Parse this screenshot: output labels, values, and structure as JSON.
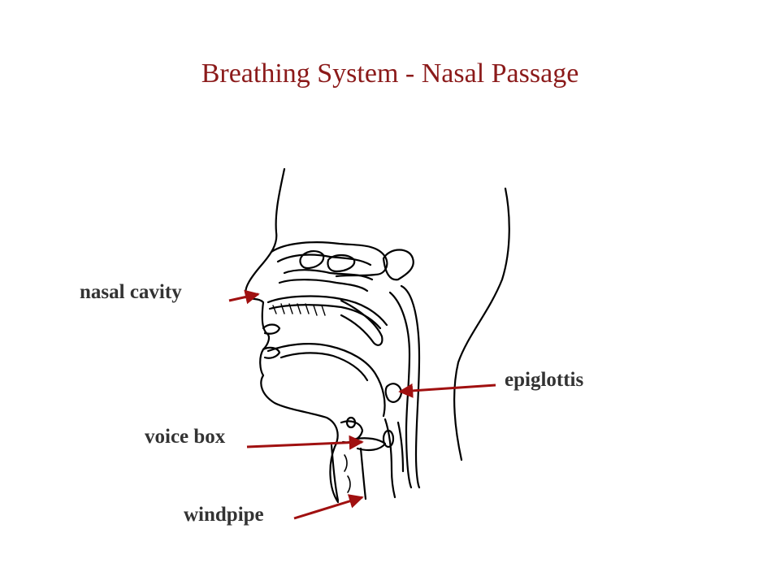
{
  "title": "Breathing System - Nasal Passage",
  "labels": {
    "nasal_cavity": "nasal cavity",
    "epiglottis": "epiglottis",
    "voice_box": "voice box",
    "windpipe": "windpipe"
  },
  "colors": {
    "title": "#8b1a1a",
    "arrow": "#a01010",
    "label_text": "#333333",
    "outline": "#000000"
  }
}
